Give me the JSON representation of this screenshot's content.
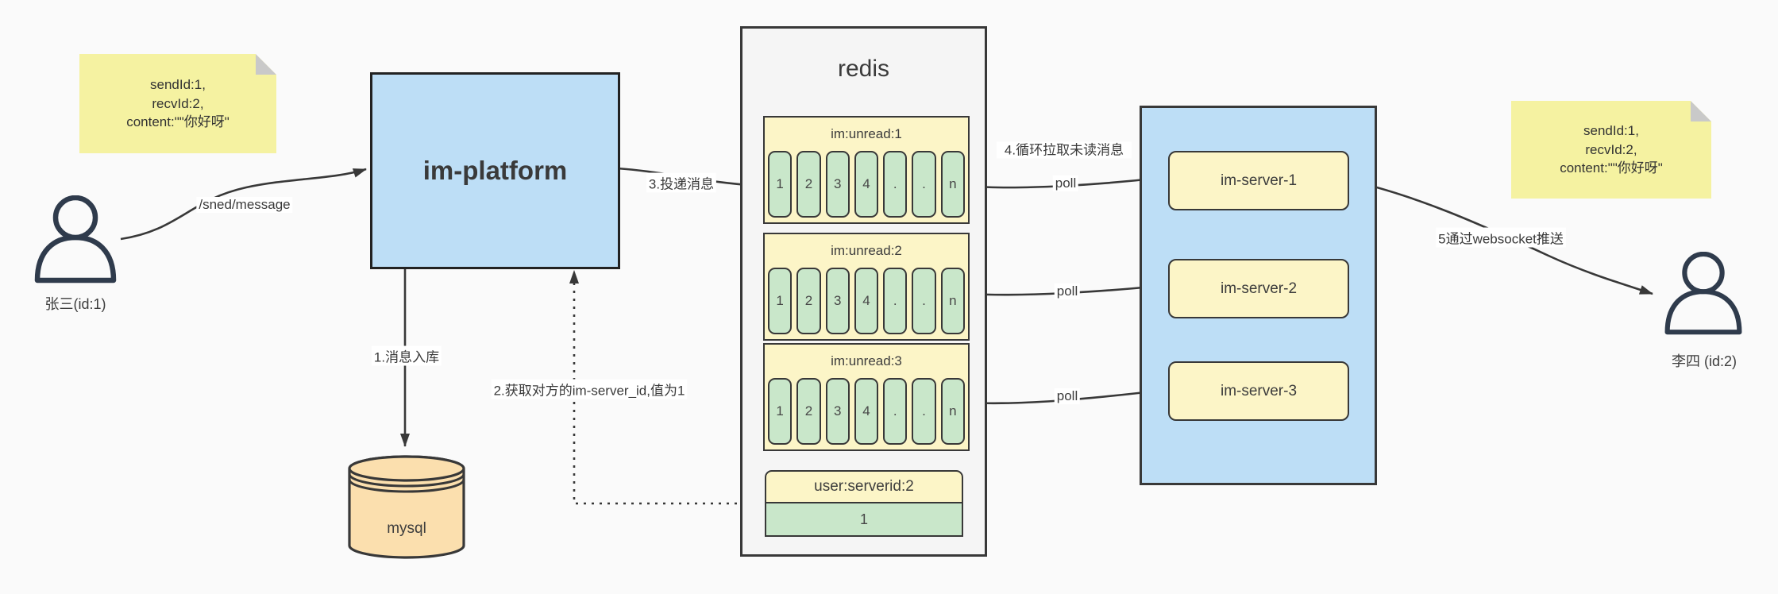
{
  "sticky_left": {
    "line1": "sendId:1,",
    "line2": "recvId:2,",
    "line3": "content:\"\"你好呀\""
  },
  "sticky_right": {
    "line1": "sendId:1,",
    "line2": "recvId:2,",
    "line3": "content:\"\"你好呀\""
  },
  "sender": {
    "label": "张三(id:1)"
  },
  "receiver": {
    "label": "李四 (id:2)"
  },
  "platform": {
    "label": "im-platform"
  },
  "mysql": {
    "label": "mysql"
  },
  "redis": {
    "title": "redis",
    "queues": [
      {
        "title": "im:unread:1",
        "cells": [
          "1",
          "2",
          "3",
          "4",
          ".",
          ".",
          "n"
        ]
      },
      {
        "title": "im:unread:2",
        "cells": [
          "1",
          "2",
          "3",
          "4",
          ".",
          ".",
          "n"
        ]
      },
      {
        "title": "im:unread:3",
        "cells": [
          "1",
          "2",
          "3",
          "4",
          ".",
          ".",
          "n"
        ]
      }
    ],
    "kv": {
      "title": "user:serverid:2",
      "value": "1"
    }
  },
  "servers": {
    "items": [
      {
        "label": "im-server-1"
      },
      {
        "label": "im-server-2"
      },
      {
        "label": "im-server-3"
      }
    ]
  },
  "labels": {
    "send": "/sned/message",
    "step1": "1.消息入库",
    "step2": "2.获取对方的im-server_id,值为1",
    "step3": "3.投递消息",
    "step4": "4.循环拉取未读消息",
    "step5": "5通过websocket推送",
    "poll1": "poll",
    "poll2": "poll",
    "poll3": "poll"
  },
  "colors": {
    "line": "#383838",
    "text": "#3d3d3d",
    "blue": "#bddef6",
    "panel": "#f5f5f5",
    "note_yellow": "#f5f2a1",
    "box_yellow": "#fcf5c7",
    "green": "#c9e7ca",
    "orange": "#fbdfae",
    "person": "#2f3b4c",
    "fold": "#c9c9c9",
    "labelbg": "#ffffff",
    "page": "#fafafa"
  }
}
